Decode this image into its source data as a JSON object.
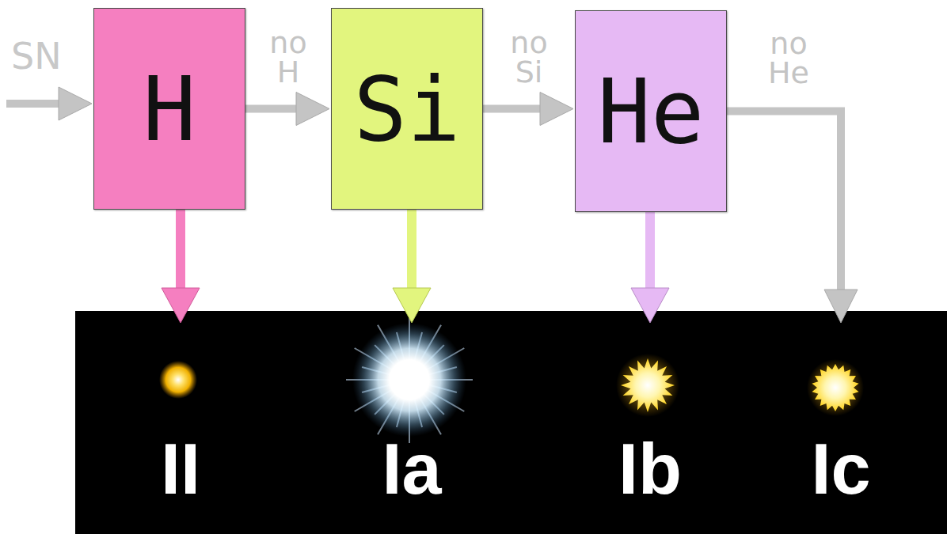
{
  "diagram": {
    "nodes": [
      {
        "text": [
          "H"
        ]
      },
      {
        "text": [
          "Si"
        ]
      },
      {
        "text": [
          "He"
        ]
      },
      {
        "text": [
          "II"
        ]
      },
      {
        "text": [
          "Ia"
        ]
      },
      {
        "text": [
          "Ib"
        ]
      },
      {
        "text": [
          "Ic"
        ]
      }
    ],
    "edges": [
      {
        "from": 0,
        "to": 1,
        "arrow": "to",
        "label": "no H"
      },
      {
        "from": 1,
        "to": 2,
        "arrow": "to",
        "label": "no Si"
      },
      {
        "from": 2,
        "to": 6,
        "arrow": "to",
        "label": "no He"
      },
      {
        "from": 0,
        "to": 3,
        "arrow": "to"
      },
      {
        "from": 1,
        "to": 4,
        "arrow": "to"
      },
      {
        "from": 2,
        "to": 5,
        "arrow": "to"
      }
    ],
    "labels": [
      "SN"
    ]
  }
}
